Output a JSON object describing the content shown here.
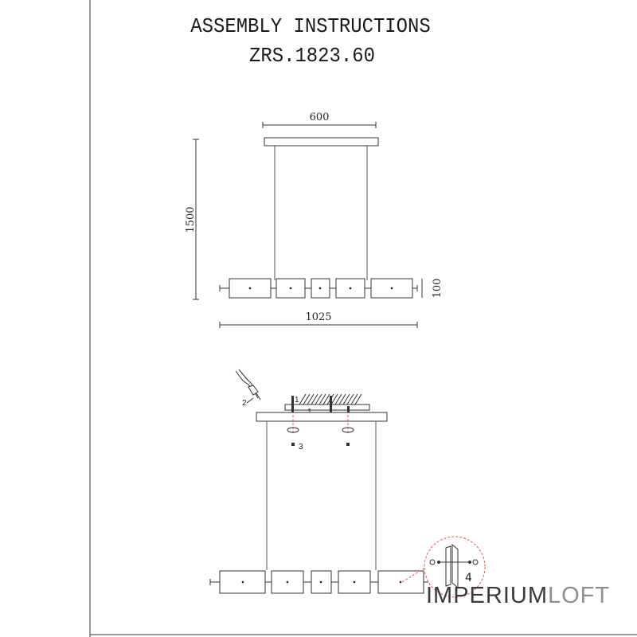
{
  "title": {
    "line1": "ASSEMBLY INSTRUCTIONS",
    "line2": "ZRS.1823.60"
  },
  "dimensions": {
    "width_top": "600",
    "height": "1500",
    "shade_height": "100",
    "total_length": "1025"
  },
  "steps": {
    "step1": "1",
    "step2": "2",
    "step3": "3",
    "step4": "4"
  },
  "logo": {
    "part1": "IMPERIUM",
    "part2": "LOFT"
  },
  "colors": {
    "line": "#333333",
    "accent_dashed": "#e05a5a"
  }
}
